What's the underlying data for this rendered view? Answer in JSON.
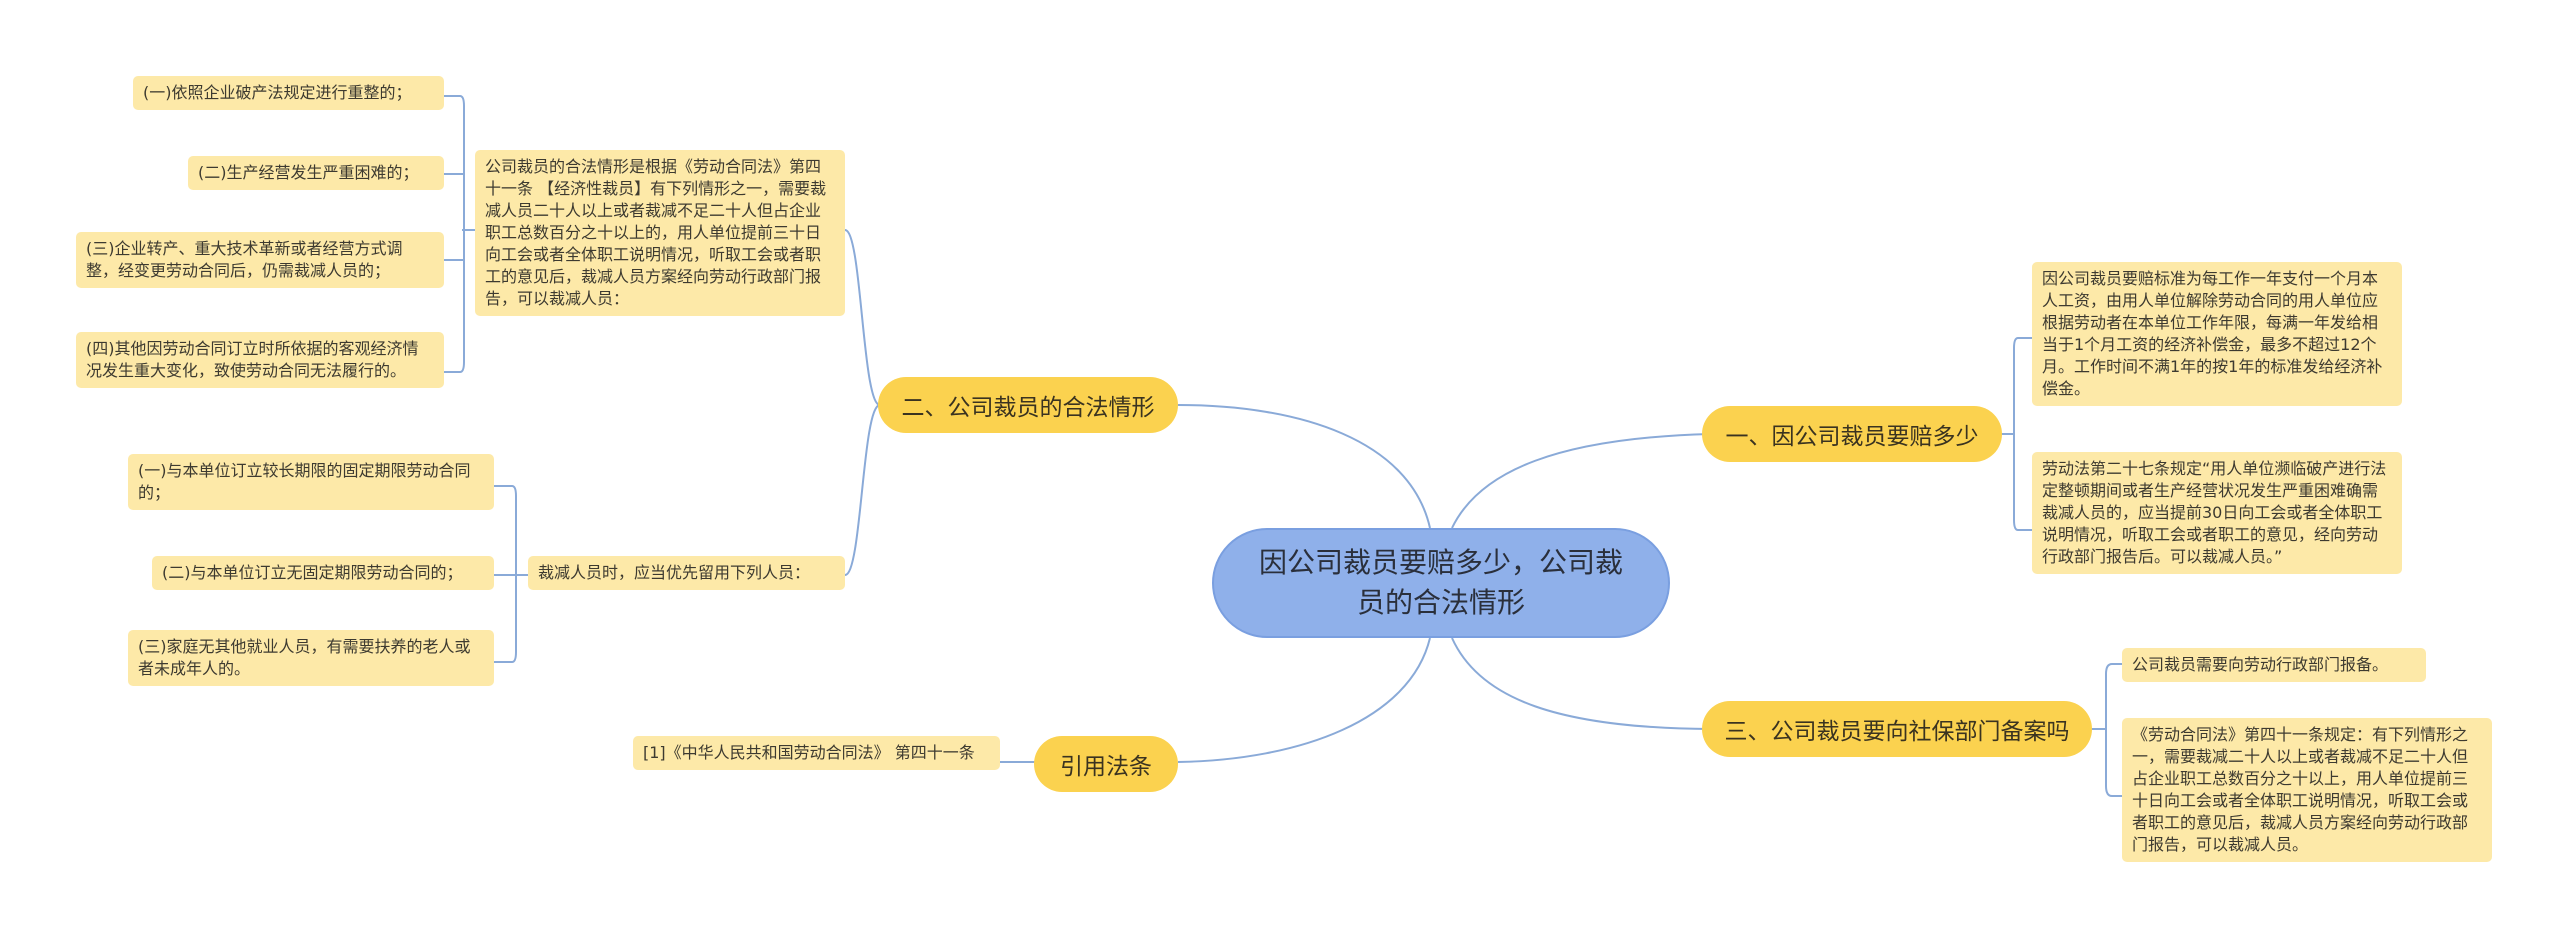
{
  "root": {
    "title": "因公司裁员要赔多少，公司裁员的合法情形"
  },
  "branches": {
    "compensation": {
      "label": "一、因公司裁员要赔多少",
      "items": [
        "因公司裁员要赔标准为每工作一年支付一个月本人工资，由用人单位解除劳动合同的用人单位应根据劳动者在本单位工作年限，每满一年发给相当于1个月工资的经济补偿金，最多不超过12个月。工作时间不满1年的按1年的标准发给经济补偿金。",
        "劳动法第二十七条规定“用人单位濒临破产进行法定整顿期间或者生产经营状况发生严重困难确需裁减人员的，应当提前30日向工会或者全体职工说明情况，听取工会或者职工的意见，经向劳动行政部门报告后。可以裁减人员。”"
      ]
    },
    "legal": {
      "label": "二、公司裁员的合法情形",
      "intro": "公司裁员的合法情形是根据《劳动合同法》第四十一条 【经济性裁员】有下列情形之一，需要裁减人员二十人以上或者裁减不足二十人但占企业职工总数百分之十以上的，用人单位提前三十日向工会或者全体职工说明情况，听取工会或者职工的意见后，裁减人员方案经向劳动行政部门报告，可以裁减人员：",
      "cases": [
        "(一)依照企业破产法规定进行重整的；",
        "(二)生产经营发生严重困难的；",
        "(三)企业转产、重大技术革新或者经营方式调整，经变更劳动合同后，仍需裁减人员的；",
        "(四)其他因劳动合同订立时所依据的客观经济情况发生重大变化，致使劳动合同无法履行的。"
      ],
      "priority": "裁减人员时，应当优先留用下列人员：",
      "priority_items": [
        "(一)与本单位订立较长期限的固定期限劳动合同的；",
        "(二)与本单位订立无固定期限劳动合同的；",
        "(三)家庭无其他就业人员，有需要扶养的老人或者未成年人的。"
      ]
    },
    "filing": {
      "label": "三、公司裁员要向社保部门备案吗",
      "items": [
        "公司裁员需要向劳动行政部门报备。",
        "《劳动合同法》第四十一条规定：有下列情形之一，需要裁减二十人以上或者裁减不足二十人但占企业职工总数百分之十以上，用人单位提前三十日向工会或者全体职工说明情况，听取工会或者职工的意见后，裁减人员方案经向劳动行政部门报告，可以裁减人员。"
      ]
    },
    "citation": {
      "label": "引用法条",
      "items": [
        "[1]《中华人民共和国劳动合同法》 第四十一条"
      ]
    }
  },
  "colors": {
    "root_fill": "#8fb0ea",
    "branch_fill": "#fbd24f",
    "leaf_fill": "#fde9a8",
    "connector": "#8aaad8"
  }
}
